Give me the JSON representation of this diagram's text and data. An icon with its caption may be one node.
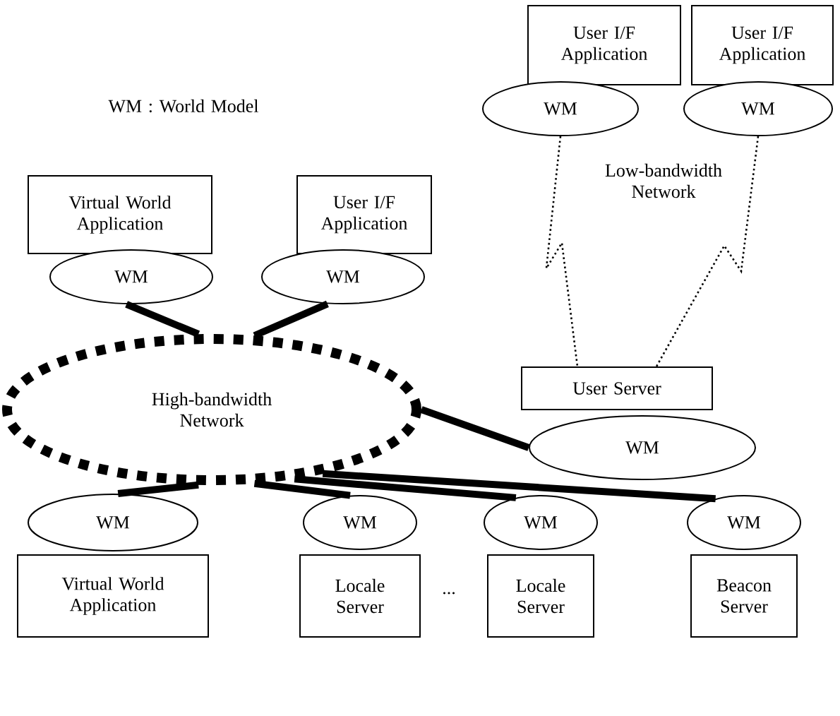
{
  "diagram": {
    "nodes": [
      {
        "text": [
          "User I/F Application"
        ]
      },
      {
        "text": [
          "WM"
        ]
      },
      {
        "text": [
          "User I/F Application"
        ]
      },
      {
        "text": [
          "WM"
        ]
      },
      {
        "text": [
          "Virtual World Application"
        ]
      },
      {
        "text": [
          "WM"
        ]
      },
      {
        "text": [
          "User I/F Application"
        ]
      },
      {
        "text": [
          "WM"
        ]
      },
      {
        "text": [
          "High-bandwidth Network"
        ]
      },
      {
        "text": [
          "User Server"
        ]
      },
      {
        "text": [
          "WM"
        ]
      },
      {
        "text": [
          "WM"
        ]
      },
      {
        "text": [
          "Virtual World Application"
        ]
      },
      {
        "text": [
          "WM"
        ]
      },
      {
        "text": [
          "Locale Server"
        ]
      },
      {
        "text": [
          "WM"
        ]
      },
      {
        "text": [
          "Locale Server"
        ]
      },
      {
        "text": [
          "WM"
        ]
      },
      {
        "text": [
          "Beacon Server"
        ]
      }
    ],
    "edges": [
      {
        "from": 1,
        "to": 9,
        "arrow": "none",
        "style": "dashed"
      },
      {
        "from": 3,
        "to": 9,
        "arrow": "none",
        "style": "dashed"
      },
      {
        "from": 5,
        "to": 8,
        "arrow": "none"
      },
      {
        "from": 7,
        "to": 8,
        "arrow": "none"
      },
      {
        "from": 10,
        "to": 8,
        "arrow": "none"
      },
      {
        "from": 11,
        "to": 8,
        "arrow": "none"
      },
      {
        "from": 13,
        "to": 8,
        "arrow": "none"
      },
      {
        "from": 15,
        "to": 8,
        "arrow": "none"
      },
      {
        "from": 17,
        "to": 8,
        "arrow": "none"
      }
    ],
    "labels": [
      "WM : World Model",
      "Low-bandwidth Network",
      "..."
    ]
  }
}
